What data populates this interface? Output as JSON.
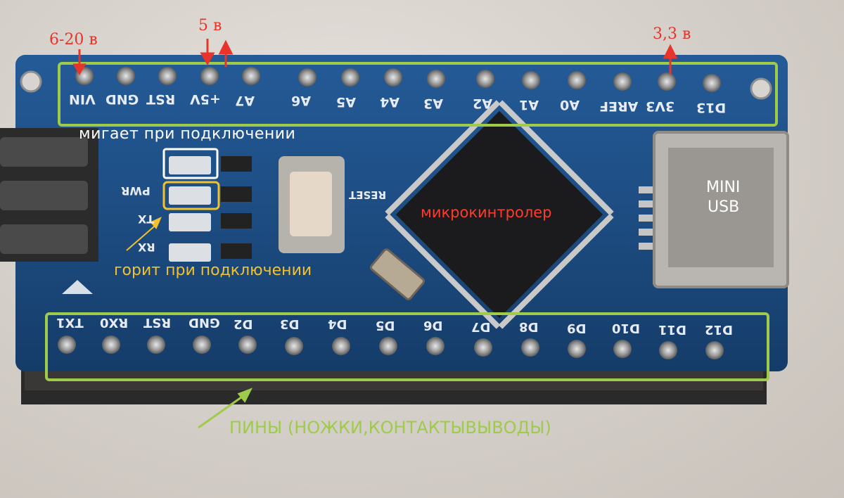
{
  "annotations": {
    "vin_voltage": "6-20 в",
    "v5_voltage": "5 в",
    "v33_voltage": "3,3 в",
    "blinks_on_connect": "мигает при подключении",
    "glows_on_connect": "горит при подключении",
    "microcontroller": "микрокинтролер",
    "mini_usb_line1": "MINI",
    "mini_usb_line2": "USB",
    "pins": "ПИНЫ (НОЖКИ,КОНТАКТЫВЫВОДЫ)"
  },
  "top_pins": [
    "VIN",
    "GND",
    "RST",
    "+5V",
    "A7",
    "A6",
    "A5",
    "A4",
    "A3",
    "A2",
    "A1",
    "A0",
    "AREF",
    "3V3",
    "D13"
  ],
  "bottom_pins": [
    "TX1",
    "RX0",
    "RST",
    "GND",
    "D2",
    "D3",
    "D4",
    "D5",
    "D6",
    "D7",
    "D8",
    "D9",
    "D10",
    "D11",
    "D12"
  ],
  "led_labels": {
    "pwr": "PWR",
    "rx": "RX",
    "tx": "TX"
  },
  "reset_label": "RESET",
  "colors": {
    "annotation_red": "#e8342a",
    "highlight_green": "#9ecb4a",
    "highlight_yellow": "#f2c12e",
    "highlight_white": "#ffffff",
    "board_blue": "#1d4f86"
  }
}
